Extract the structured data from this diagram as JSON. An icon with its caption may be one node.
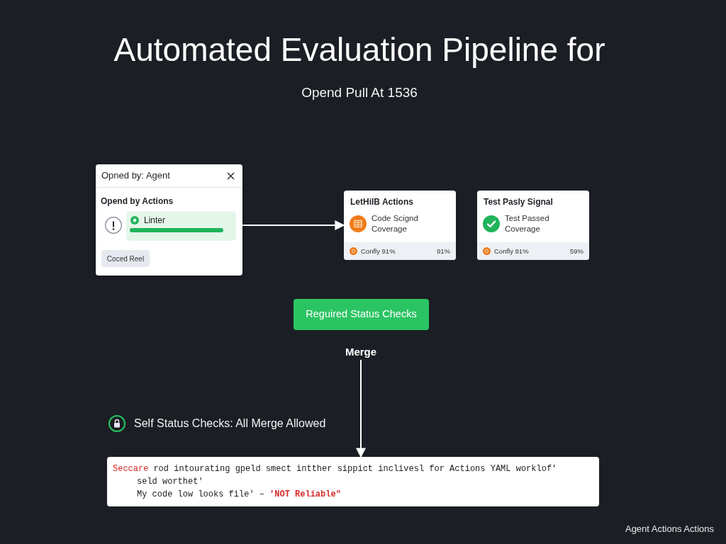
{
  "diagram": {
    "title": "Automated Evaluation Pipeline for",
    "nodes": [
      {
        "text": [
          "Opned by: Agent",
          "Opend by Actions"
        ]
      },
      {
        "text": [
          "Linter"
        ],
        "in": 0
      },
      {
        "text": [
          "Coced Reel"
        ],
        "in": 0
      },
      {
        "text": [
          "LetHiIB Actions",
          "Code Scignd Coverage",
          "Confly 91%",
          "91%"
        ]
      },
      {
        "text": [
          "Test Pasly Signal",
          "Test Passed Coverage",
          "Confly 91%",
          "59%"
        ]
      },
      {
        "text": [
          "Reguired Status Checks"
        ]
      },
      {
        "text": [
          "Merge"
        ]
      },
      {
        "text": [
          "Seccare",
          "rod intourating gpeld smect intther sippict inclivesl for Actions YAML worklof'",
          "seld worthet'",
          "My code low looks file' –",
          "'NOT Reliable\""
        ]
      }
    ],
    "edges": [
      {
        "from": 0,
        "to": 3,
        "arrow": "to"
      },
      {
        "from": 6,
        "to": 7,
        "arrow": "to"
      }
    ],
    "labels": [
      "Opend Pull At 1536",
      "Self Status Checks: All Merge Allowed",
      "Agent Actions Actions"
    ]
  }
}
